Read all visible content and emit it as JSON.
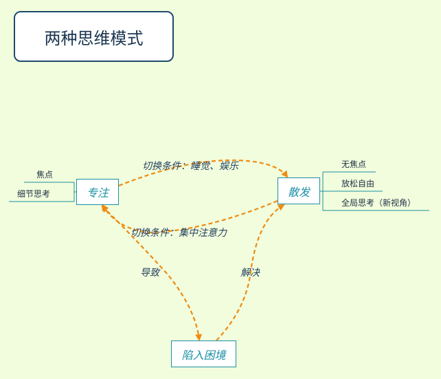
{
  "title": "两种思维模式",
  "nodes": {
    "focus": "专注",
    "diffuse": "散发",
    "stuck": "陷入困境"
  },
  "focus_branches": [
    "焦点",
    "细节思考"
  ],
  "diffuse_branches": [
    "无焦点",
    "放松自由",
    "全局思考（新视角）"
  ],
  "relations": {
    "to_diffuse": "切换条件：睡觉、娱乐",
    "to_focus": "切换条件：集中注意力",
    "leads_to": "导致",
    "solves": "解决"
  },
  "colors": {
    "background": "#f1fddc",
    "node_border": "#1a8fa5",
    "arrow": "#ef8a12",
    "title_border": "#1f4a6e"
  }
}
